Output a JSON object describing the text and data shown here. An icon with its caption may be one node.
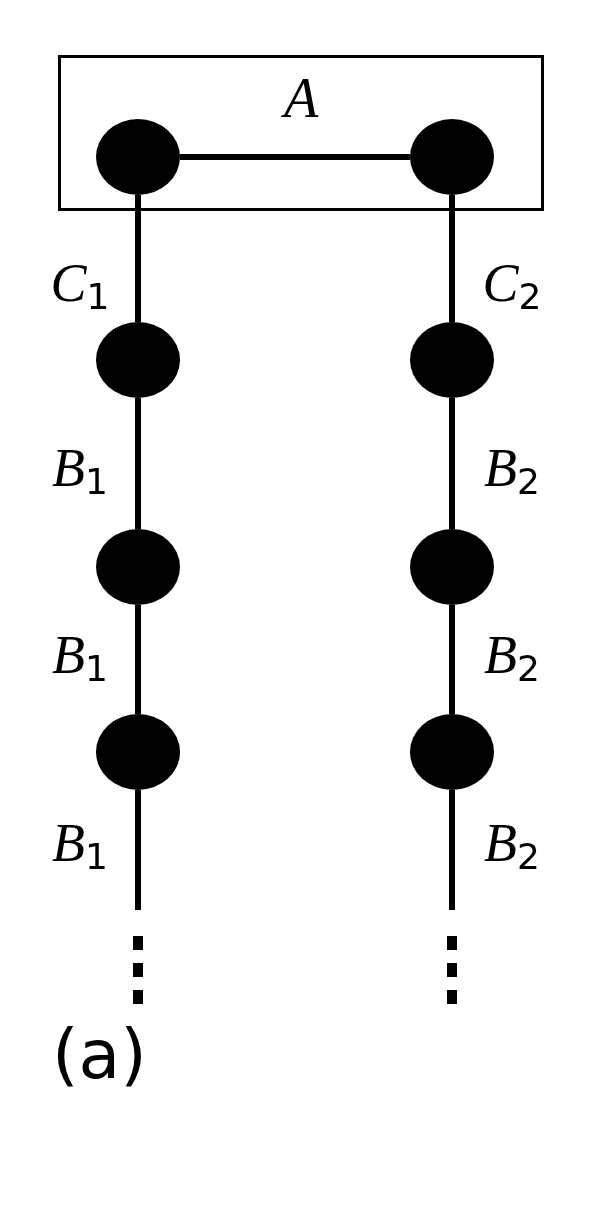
{
  "diagram": {
    "caption": "(a)",
    "nodes": [
      {
        "text": [
          "*A*"
        ]
      },
      {
        "text": [],
        "shape": "circle",
        "in": 0
      },
      {
        "text": [],
        "shape": "circle",
        "in": 0
      },
      {
        "text": [],
        "shape": "circle"
      },
      {
        "text": [],
        "shape": "circle"
      },
      {
        "text": [],
        "shape": "circle"
      },
      {
        "text": [],
        "shape": "circle"
      },
      {
        "text": [],
        "shape": "circle"
      },
      {
        "text": [],
        "shape": "circle"
      }
    ],
    "edges": [
      {
        "from": 1,
        "to": 2,
        "arrow": "none"
      },
      {
        "from": 1,
        "to": 3,
        "arrow": "none",
        "label": "*C*$_{1}$"
      },
      {
        "from": 3,
        "to": 4,
        "arrow": "none",
        "label": "*B*$_{1}$"
      },
      {
        "from": 4,
        "to": 5,
        "arrow": "none",
        "label": "*B*$_{1}$"
      },
      {
        "from": 5,
        "to": null,
        "arrow": "none",
        "label": "*B*$_{1}$"
      },
      {
        "from": 2,
        "to": 6,
        "arrow": "none",
        "label": "*C*$_{2}$"
      },
      {
        "from": 6,
        "to": 7,
        "arrow": "none",
        "label": "*B*$_{2}$"
      },
      {
        "from": 7,
        "to": 8,
        "arrow": "none",
        "label": "*B*$_{2}$"
      },
      {
        "from": 8,
        "to": null,
        "arrow": "none",
        "label": "*B*$_{2}$"
      }
    ]
  }
}
